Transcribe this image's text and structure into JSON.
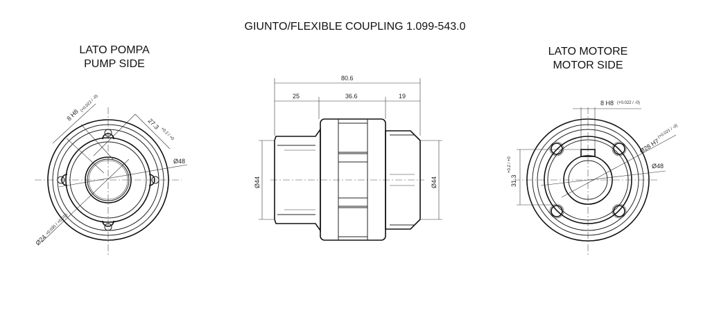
{
  "title": "GIUNTO/FLEXIBLE COUPLING 1.099-543.0",
  "pump_side": {
    "label_it": "LATO POMPA",
    "label_en": "PUMP SIDE",
    "dims": {
      "keyway": "8 H8",
      "keyway_tol": "(+0.022 / -0)",
      "key_depth": "27.3",
      "key_depth_tol": "+0.2 / +0",
      "outer_diameter": "Ø48",
      "bore": "Ø24",
      "bore_tol": "+0.035 / +0.015"
    }
  },
  "side_view": {
    "overall_length": "80.6",
    "left_hub": "25",
    "center_body": "36.6",
    "right_hub": "19",
    "left_diameter": "Ø44",
    "right_diameter": "Ø44"
  },
  "motor_side": {
    "label_it": "LATO MOTORE",
    "label_en": "MOTOR SIDE",
    "dims": {
      "keyway": "8 H8",
      "keyway_tol": "(+0.022 / -0)",
      "bore": "Ø28 H7",
      "bore_tol": "(+0.021 / -0)",
      "outer_diameter": "Ø48",
      "key_depth": "31.3",
      "key_depth_tol": "+0.2 / +0"
    }
  }
}
